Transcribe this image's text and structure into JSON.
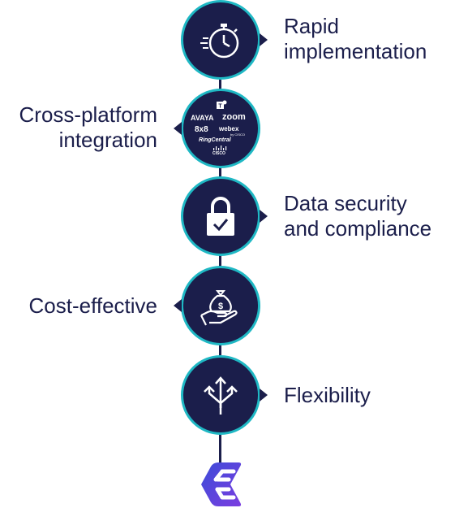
{
  "steps": [
    {
      "id": "rapid",
      "label_lines": [
        "Rapid",
        "implementation"
      ],
      "icon": "stopwatch-icon"
    },
    {
      "id": "cross",
      "label_lines": [
        "Cross-platform",
        "integration"
      ],
      "icon": "platform-logos"
    },
    {
      "id": "security",
      "label_lines": [
        "Data security",
        "and compliance"
      ],
      "icon": "padlock-check-icon"
    },
    {
      "id": "cost",
      "label_lines": [
        "Cost-effective"
      ],
      "icon": "money-bag-hand-icon"
    },
    {
      "id": "flex",
      "label_lines": [
        "Flexibility"
      ],
      "icon": "split-arrows-icon"
    }
  ],
  "platform_logos": {
    "avaya": "AVAYA",
    "zoom": "zoom",
    "eightbyeight": "8x8",
    "webex": "webex",
    "webex_sub": "by CISCO",
    "ringcentral": "RingCentral",
    "cisco": "CISCO"
  },
  "colors": {
    "navy": "#1b1e4b",
    "teal_ring": "#1fb8c4",
    "logo_gradient_start": "#3c4cd8",
    "logo_gradient_end": "#7b3ee0"
  }
}
